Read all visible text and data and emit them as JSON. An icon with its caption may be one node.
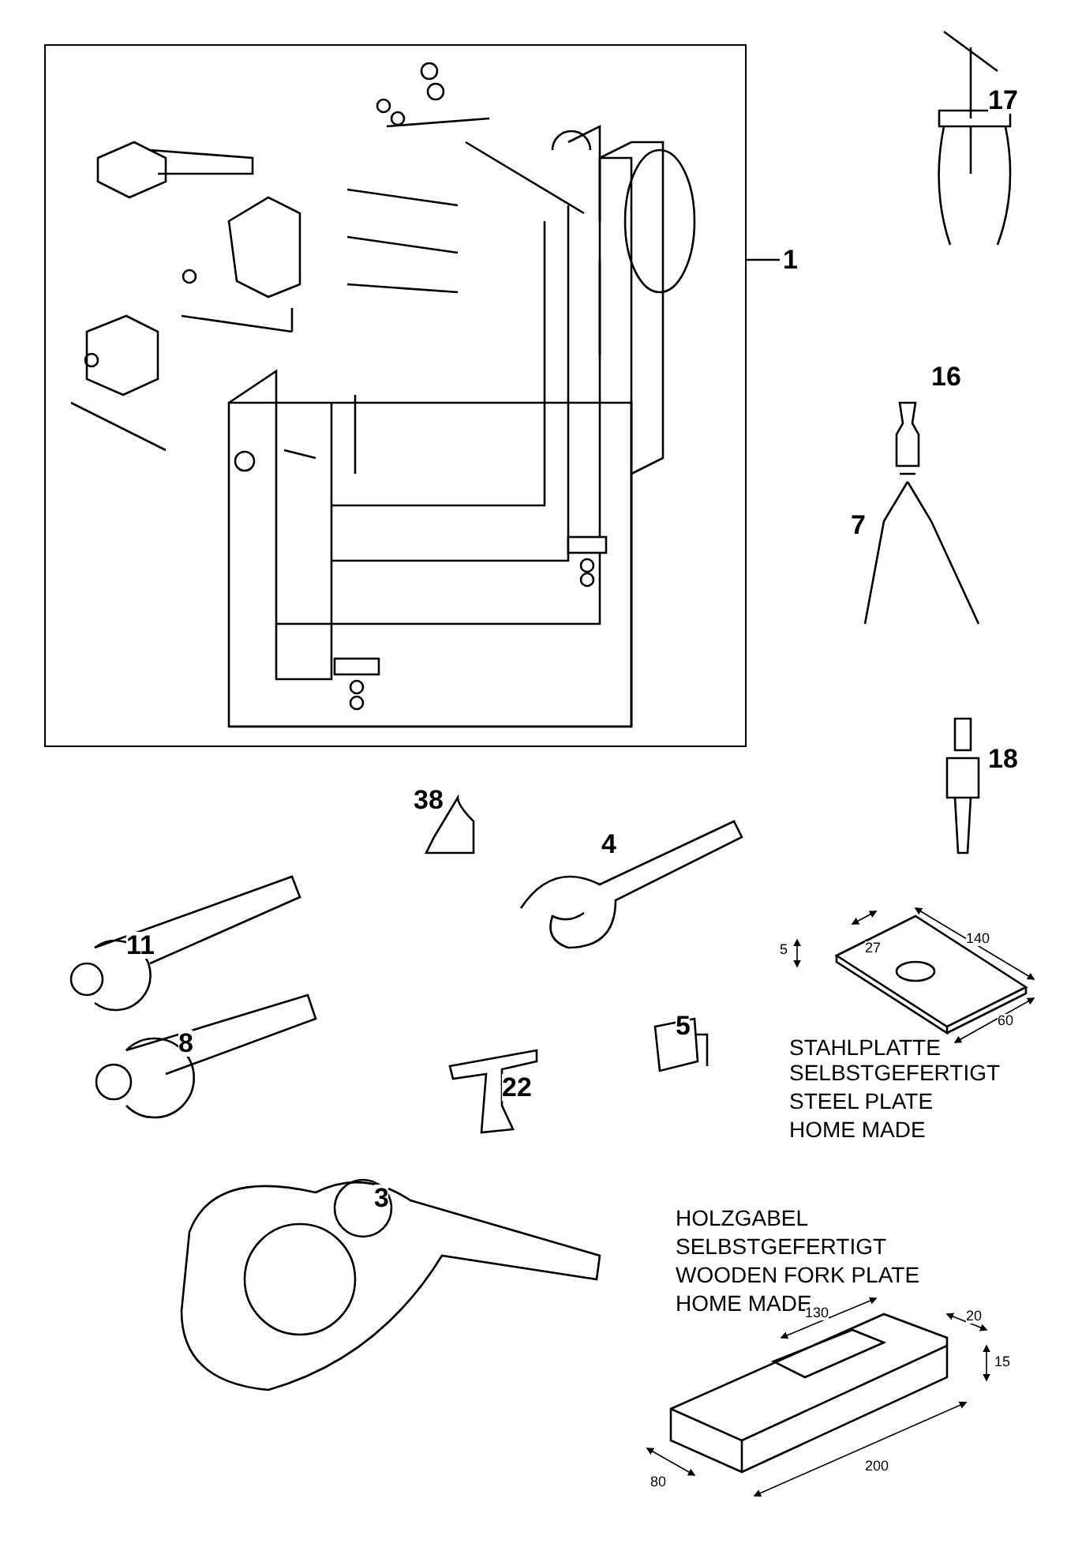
{
  "diagram": {
    "nodes": [
      {
        "text": [],
        "shape": "box"
      },
      {
        "text": [
          "1"
        ]
      }
    ],
    "edges": [
      {
        "from": 1,
        "to": 0,
        "arrow": "none"
      }
    ],
    "labels": [
      "17",
      "16",
      "7",
      "18",
      "38",
      "4",
      "11",
      "8",
      "5",
      "22",
      "3",
      "5",
      "27",
      "140",
      "60",
      "STAHLPLATTE",
      "SELBSTGEFERTIGT",
      "STEEL PLATE",
      "HOME MADE",
      "HOLZGABEL",
      "SELBSTGEFERTIGT",
      "WOODEN FORK PLATE",
      "HOME MADE",
      "130",
      "20",
      "15",
      "80",
      "200"
    ]
  }
}
